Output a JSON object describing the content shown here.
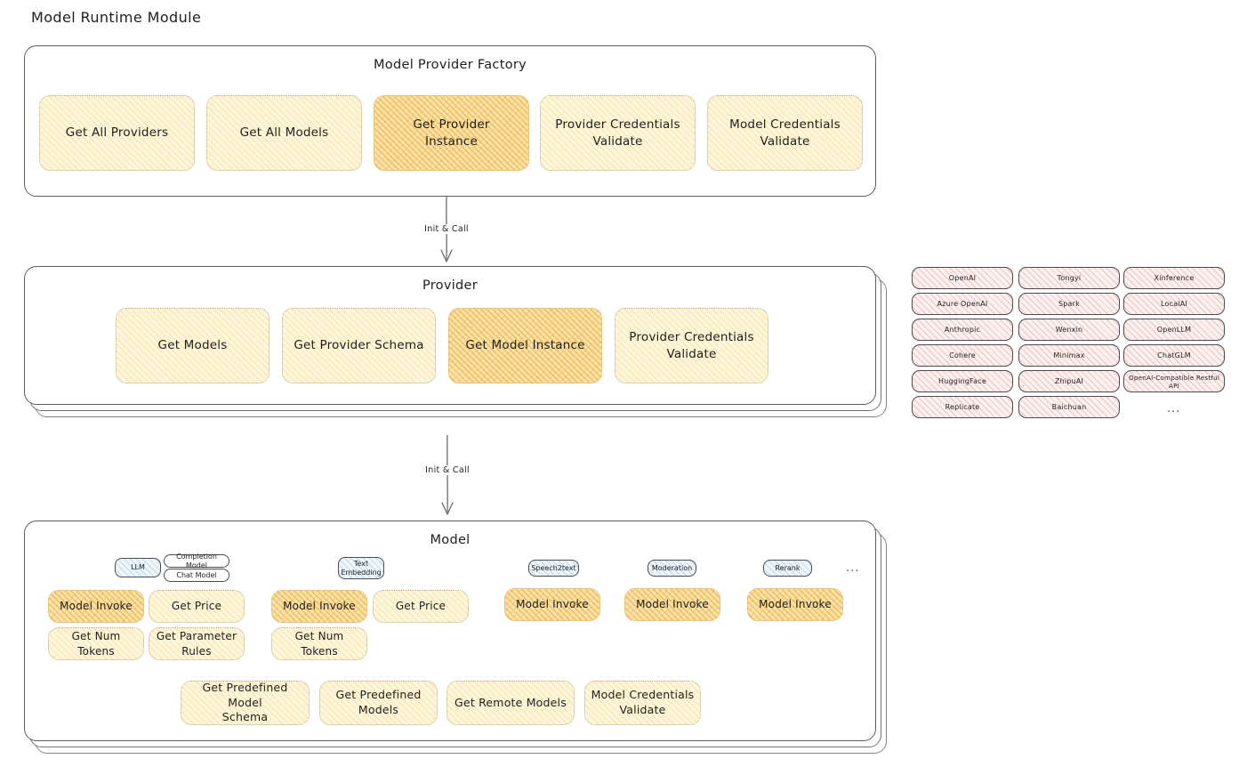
{
  "page": {
    "title": "Model Runtime Module"
  },
  "factory": {
    "title": "Model Provider Factory",
    "nodes": [
      {
        "label": "Get All Providers",
        "highlight": false
      },
      {
        "label": "Get All Models",
        "highlight": false
      },
      {
        "label": "Get Provider\nInstance",
        "highlight": true
      },
      {
        "label": "Provider Credentials\nValidate",
        "highlight": false
      },
      {
        "label": "Model Credentials\nValidate",
        "highlight": false
      }
    ]
  },
  "arrow1": {
    "label": "Init & Call"
  },
  "arrow2": {
    "label": "Init & Call"
  },
  "provider": {
    "title": "Provider",
    "nodes": [
      {
        "label": "Get Models",
        "highlight": false
      },
      {
        "label": "Get Provider Schema",
        "highlight": false
      },
      {
        "label": "Get Model Instance",
        "highlight": true
      },
      {
        "label": "Provider Credentials\nValidate",
        "highlight": false
      }
    ]
  },
  "provider_list": {
    "column1": [
      "OpenAI",
      "Azure OpenAI",
      "Anthropic",
      "Cohere",
      "HuggingFace",
      "Replicate"
    ],
    "column2": [
      "Tongyi",
      "Spark",
      "Wenxin",
      "Minimax",
      "ZhipuAI",
      "Baichuan"
    ],
    "column3": [
      "Xinference",
      "LocalAI",
      "OpenLLM",
      "ChatGLM",
      "OpenAI-Compatible Restful API"
    ],
    "more": "..."
  },
  "model": {
    "title": "Model",
    "more": "...",
    "types": [
      {
        "name": "LLM",
        "subtypes": [
          "Completion Model",
          "Chat Model"
        ],
        "methods": [
          {
            "label": "Model Invoke",
            "highlight": true
          },
          {
            "label": "Get Price",
            "highlight": false
          },
          {
            "label": "Get Num Tokens",
            "highlight": false
          },
          {
            "label": "Get Parameter\nRules",
            "highlight": false
          }
        ]
      },
      {
        "name": "Text\nEmbedding",
        "subtypes": [],
        "methods": [
          {
            "label": "Model Invoke",
            "highlight": true
          },
          {
            "label": "Get Price",
            "highlight": false
          },
          {
            "label": "Get Num Tokens",
            "highlight": false
          }
        ]
      },
      {
        "name": "Speech2text",
        "subtypes": [],
        "methods": [
          {
            "label": "Model Invoke",
            "highlight": true
          }
        ]
      },
      {
        "name": "Moderation",
        "subtypes": [],
        "methods": [
          {
            "label": "Model Invoke",
            "highlight": true
          }
        ]
      },
      {
        "name": "Rerank",
        "subtypes": [],
        "methods": [
          {
            "label": "Model Invoke",
            "highlight": true
          }
        ]
      }
    ],
    "shared_methods": [
      {
        "label": "Get Predefined Model\nSchema"
      },
      {
        "label": "Get Predefined\nModels"
      },
      {
        "label": "Get Remote Models"
      },
      {
        "label": "Model Credentials\nValidate"
      }
    ]
  },
  "colors": {
    "accent_yellow": "#fdf6dd",
    "accent_orange": "#fbe3ad",
    "accent_pink": "#fdf1f1",
    "accent_blue": "#eef6fc",
    "stroke": "#5c5c5c",
    "text": "#1e1e1e"
  }
}
